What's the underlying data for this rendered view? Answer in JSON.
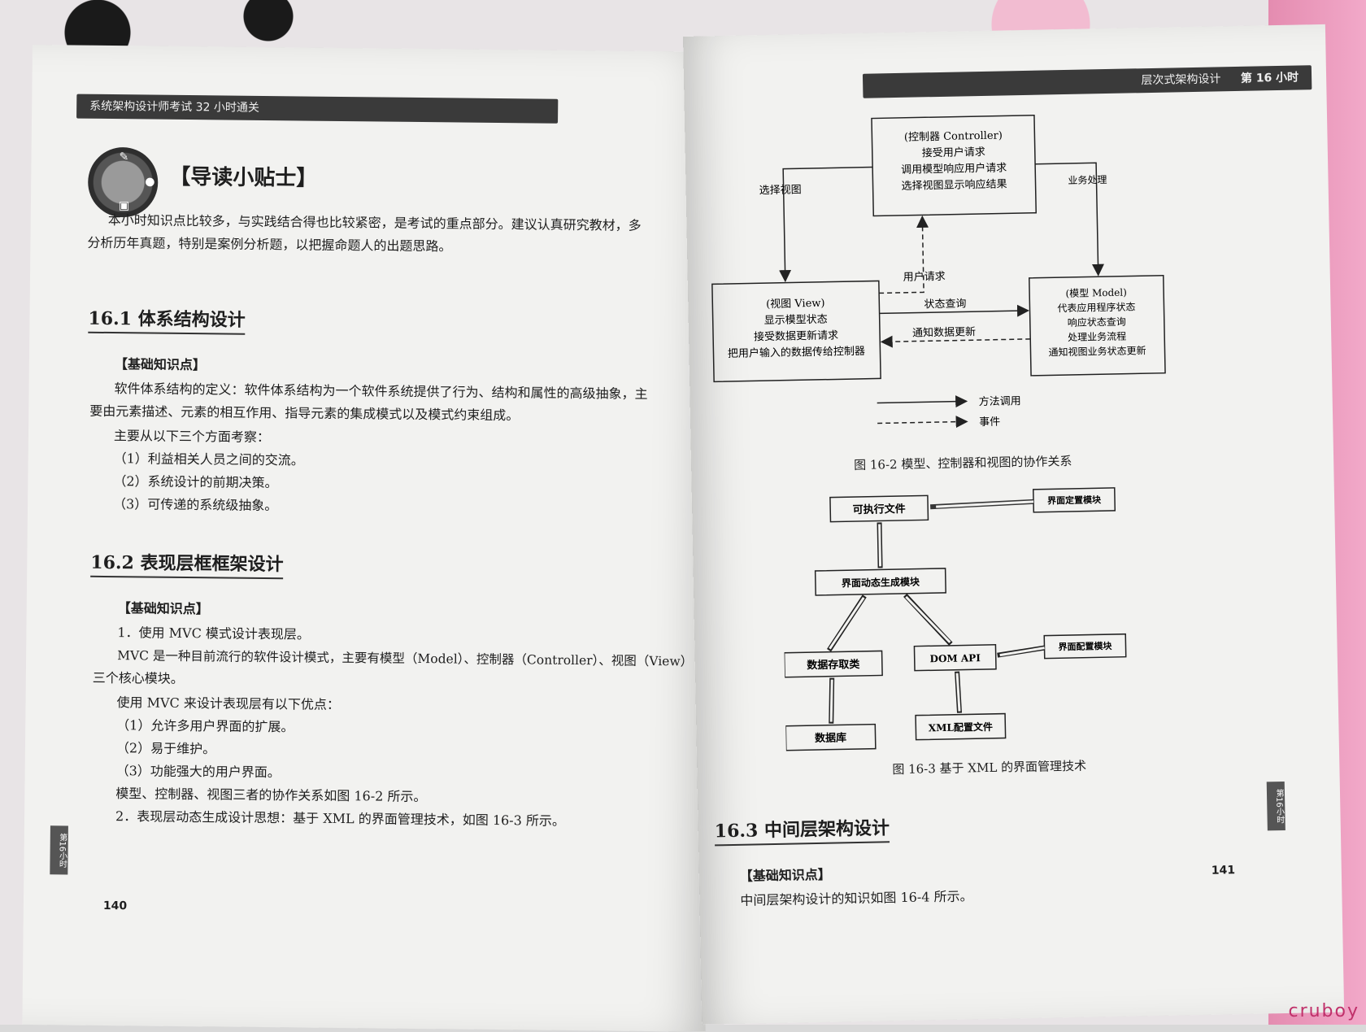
{
  "left_page": {
    "running_head": "系统架构设计师考试 32 小时通关",
    "guide_title": "【导读小贴士】",
    "guide_text_1": "本小时知识点比较多，与实践结合得也比较紧密，是考试的重点部分。建议认真研究教材，多",
    "guide_text_2": "分析历年真题，特别是案例分析题，以把握命题人的出题思路。",
    "s161_title": "16.1 体系结构设计",
    "s161_kp": "【基础知识点】",
    "s161_def_1": "软件体系结构的定义：软件体系结构为一个软件系统提供了行为、结构和属性的高级抽象，主",
    "s161_def_2": "要由元素描述、元素的相互作用、指导元素的集成模式以及模式约束组成。",
    "s161_intro": "主要从以下三个方面考察：",
    "s161_items": [
      "（1）利益相关人员之间的交流。",
      "（2）系统设计的前期决策。",
      "（3）可传递的系统级抽象。"
    ],
    "s162_title": "16.2 表现层框框架设计",
    "s162_kp": "【基础知识点】",
    "s162_p1": "1．使用 MVC 模式设计表现层。",
    "s162_p2a": "MVC 是一种目前流行的软件设计模式，主要有模型（Model）、控制器（Controller）、视图（View）",
    "s162_p2b": "三个核心模块。",
    "s162_p3": "使用 MVC 来设计表现层有以下优点：",
    "s162_items": [
      "（1）允许多用户界面的扩展。",
      "（2）易于维护。",
      "（3）功能强大的用户界面。"
    ],
    "s162_p4": "模型、控制器、视图三者的协作关系如图 16-2 所示。",
    "s162_p5": "2．表现层动态生成设计思想：基于 XML 的界面管理技术，如图 16-3 所示。",
    "side_tab": "第16小时",
    "page_number": "140"
  },
  "right_page": {
    "running_head": "层次式架构设计",
    "chapter": "第 16 小时",
    "fig162": {
      "controller": [
        "(控制器 Controller)",
        "接受用户请求",
        "调用模型响应用户请求",
        "选择视图显示响应结果"
      ],
      "view": [
        "(视图 View)",
        "显示模型状态",
        "接受数据更新请求",
        "把用户输入的数据传给控制器"
      ],
      "model": [
        "(模型 Model)",
        "代表应用程序状态",
        "响应状态查询",
        "处理业务流程",
        "通知视图业务状态更新"
      ],
      "label_select_view": "选择视图",
      "label_business": "业务处理",
      "label_user_request": "用户请求",
      "label_state_query": "状态查询",
      "label_notify": "通知数据更新",
      "legend_method": "方法调用",
      "legend_event": "事件",
      "caption": "图 16-2 模型、控制器和视图的协作关系"
    },
    "fig163": {
      "executable": "可执行文件",
      "ui_custom": "界面定置模块",
      "dynamic_gen": "界面动态生成模块",
      "data_access": "数据存取类",
      "dom_api": "DOM API",
      "ui_config": "界面配置模块",
      "database": "数据库",
      "xml_config": "XML配置文件",
      "caption": "图 16-3 基于 XML 的界面管理技术"
    },
    "s163_title": "16.3 中间层架构设计",
    "s163_kp": "【基础知识点】",
    "s163_text": "中间层架构设计的知识如图 16-4 所示。",
    "side_tab": "第16小时",
    "page_number": "141"
  },
  "watermark": "cruboy"
}
